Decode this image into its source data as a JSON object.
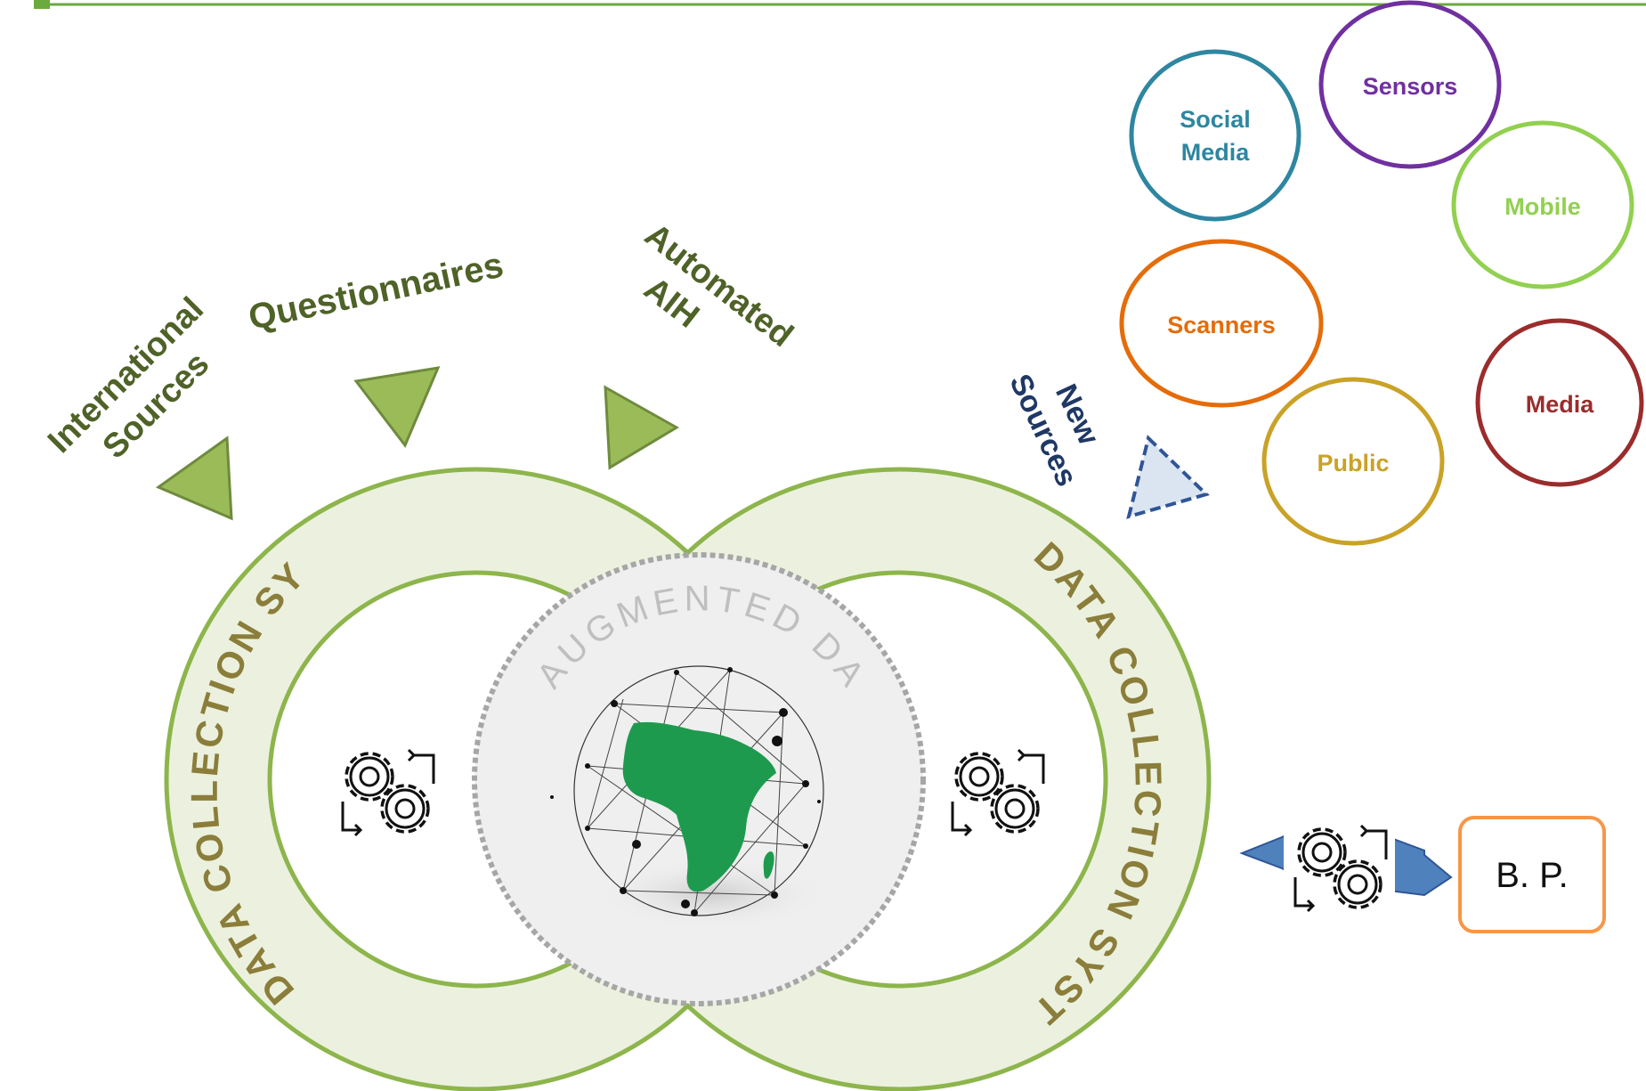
{
  "sources": {
    "international": [
      "International",
      "Sources"
    ],
    "questionnaires": "Questionnaires",
    "automated": [
      "Automated",
      "AIH"
    ],
    "new_sources": [
      "New",
      "Sources"
    ]
  },
  "bubbles": [
    {
      "lines": [
        "Social",
        "Media"
      ],
      "color": "#2E86A0"
    },
    {
      "lines": [
        "Sensors"
      ],
      "color": "#7030A0"
    },
    {
      "lines": [
        "Mobile"
      ],
      "color": "#92D050"
    },
    {
      "lines": [
        "Scanners"
      ],
      "color": "#E46C0A"
    },
    {
      "lines": [
        "Media"
      ],
      "color": "#9B2C2C"
    },
    {
      "lines": [
        "Public"
      ],
      "color": "#C9A227"
    }
  ],
  "rings": {
    "left_label": "DATA COLLECTION SYSTEM",
    "right_label": "DATA COLLECTION SYSTEM",
    "center_label": "AUGMENTED  DATA"
  },
  "output_box": {
    "label": "B. P."
  },
  "colors": {
    "header_green": "#6AAA3F",
    "source_text": "#4F6228",
    "triangle_fill": "#9BBB59",
    "ring_fill": "#EBF1DE",
    "ring_stroke": "#8DB54C",
    "ring_text": "#8B7D3A",
    "new_sources_text": "#1F3864",
    "africa": "#1E9A4E",
    "arrow_blue": "#4F81BD",
    "box_orange": "#F79646"
  }
}
